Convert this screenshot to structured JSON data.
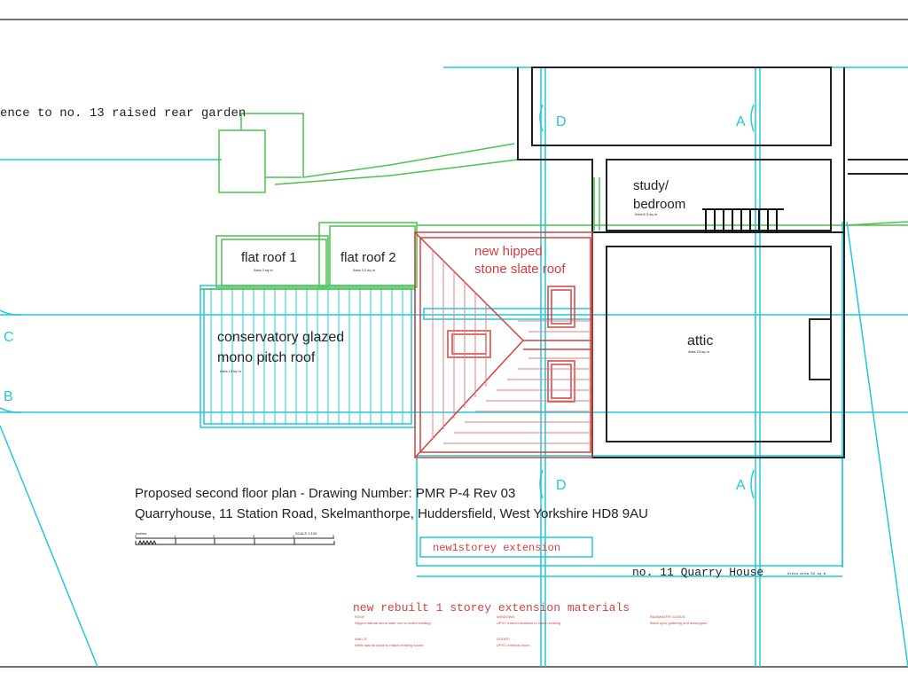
{
  "labels": {
    "fence_note": "ence to no. 13 raised rear garden",
    "flat_roof_1": "flat roof 1",
    "flat_roof_1_area": "Area 3 sq m",
    "flat_roof_2": "flat roof 2",
    "flat_roof_2_area": "Area 3.2 sq m",
    "new_roof_line1": "new hipped",
    "new_roof_line2": "stone slate roof",
    "conservatory_line1": "conservatory glazed",
    "conservatory_line2": "mono pitch roof",
    "conservatory_area": "Area 13 sq m",
    "study_line1": "study/",
    "study_line2": "bedroom",
    "study_area": "Area 6.3 sq m",
    "attic": "attic",
    "attic_area": "Area 23 sq m",
    "extension": "new1storey extension",
    "quarry_house": "no. 11 Quarry House",
    "quarry_house_area": "Gross area 52 sq m"
  },
  "section_markers": {
    "A": "A",
    "B": "B",
    "C": "C",
    "D": "D"
  },
  "title": {
    "line1": "Proposed second floor plan - Drawing Number: PMR P-4 Rev 03",
    "line2": "Quarryhouse, 11 Station Road, Skelmanthorpe, Huddersfield, West Yorkshire HD8 9AU"
  },
  "scale_bar": {
    "label": "SCALE 1:100",
    "unit": "metres",
    "ticks": [
      "0",
      "1",
      "2",
      "3",
      "4",
      "5"
    ]
  },
  "materials": {
    "heading": "new rebuilt 1 storey extension materials",
    "roof_title": "ROOF",
    "roof_text": "Hipped natural stone slate roof to match existing",
    "walls_title": "WALLS",
    "walls_text": "Walls natural stone to match existing house",
    "windows_title": "WINDOWS",
    "windows_text": "UPVC framed windows to match existing",
    "doors_title": "DOORS",
    "doors_text": "UPVC external doors",
    "rainwater_title": "RAINWATER GOODS",
    "rainwater_text": "Black upvc guttering and downpipes"
  },
  "colors": {
    "cyan": "#22c8dc",
    "green": "#4cc24c",
    "red": "#d44040",
    "black": "#222222"
  }
}
